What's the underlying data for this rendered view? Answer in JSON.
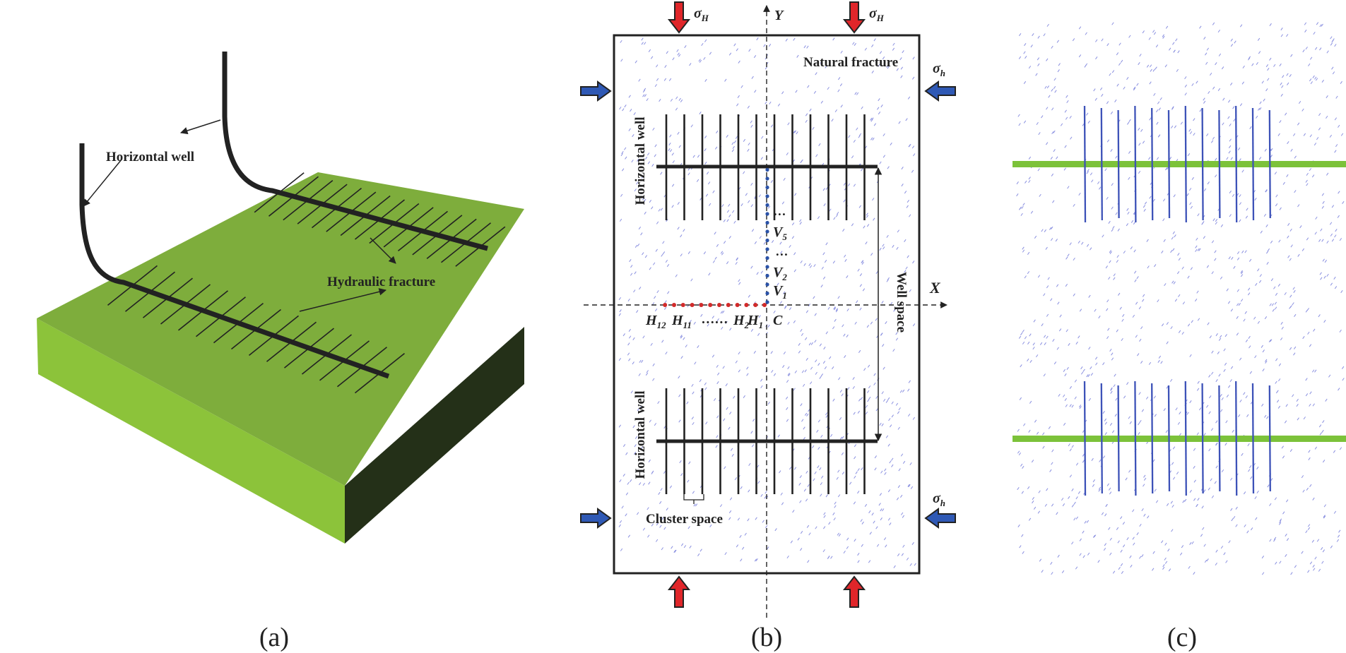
{
  "panel_a": {
    "caption": "(a)",
    "horizontal_well_label": "Horizontal well",
    "hydraulic_fracture_label": "Hydraulic fracture",
    "colors": {
      "block_top": "#7ead3c",
      "block_front": "#8cc33a",
      "block_side": "#243018"
    }
  },
  "panel_b": {
    "caption": "(b)",
    "axis_y": "Y",
    "axis_x": "X",
    "sigma_H": "σ",
    "sigma_H_sub": "H",
    "sigma_h": "σ",
    "sigma_h_sub": "h",
    "natural_fracture_label": "Natural fracture",
    "horizontal_well_top_label": "Horizontal well",
    "horizontal_well_bottom_label": "Horizontal well",
    "well_space_label": "Well space",
    "cluster_space_label": "Cluster space",
    "origin_label": "C",
    "v_labels": {
      "v1": "V",
      "v1_sub": "1",
      "v2": "V",
      "v2_sub": "2",
      "v5": "V",
      "v5_sub": "5",
      "dots_a": "…",
      "dots_b": "…"
    },
    "h_labels": {
      "h12": "H",
      "h12_sub": "12",
      "h11": "H",
      "h11_sub": "11",
      "dots": "……",
      "h2": "H",
      "h2_sub": "2",
      "h1": "H",
      "h1_sub": "1"
    },
    "colors": {
      "arrow_red": "#e0262a",
      "arrow_blue": "#2f59b5",
      "nf_dots": "#8a90e0",
      "h_points": "#d22a2a",
      "v_points": "#2a52a8"
    }
  },
  "panel_c": {
    "caption": "(c)",
    "colors": {
      "well": "#7cc23a",
      "fracture": "#3d52b8",
      "nf": "#8a90e0"
    }
  }
}
